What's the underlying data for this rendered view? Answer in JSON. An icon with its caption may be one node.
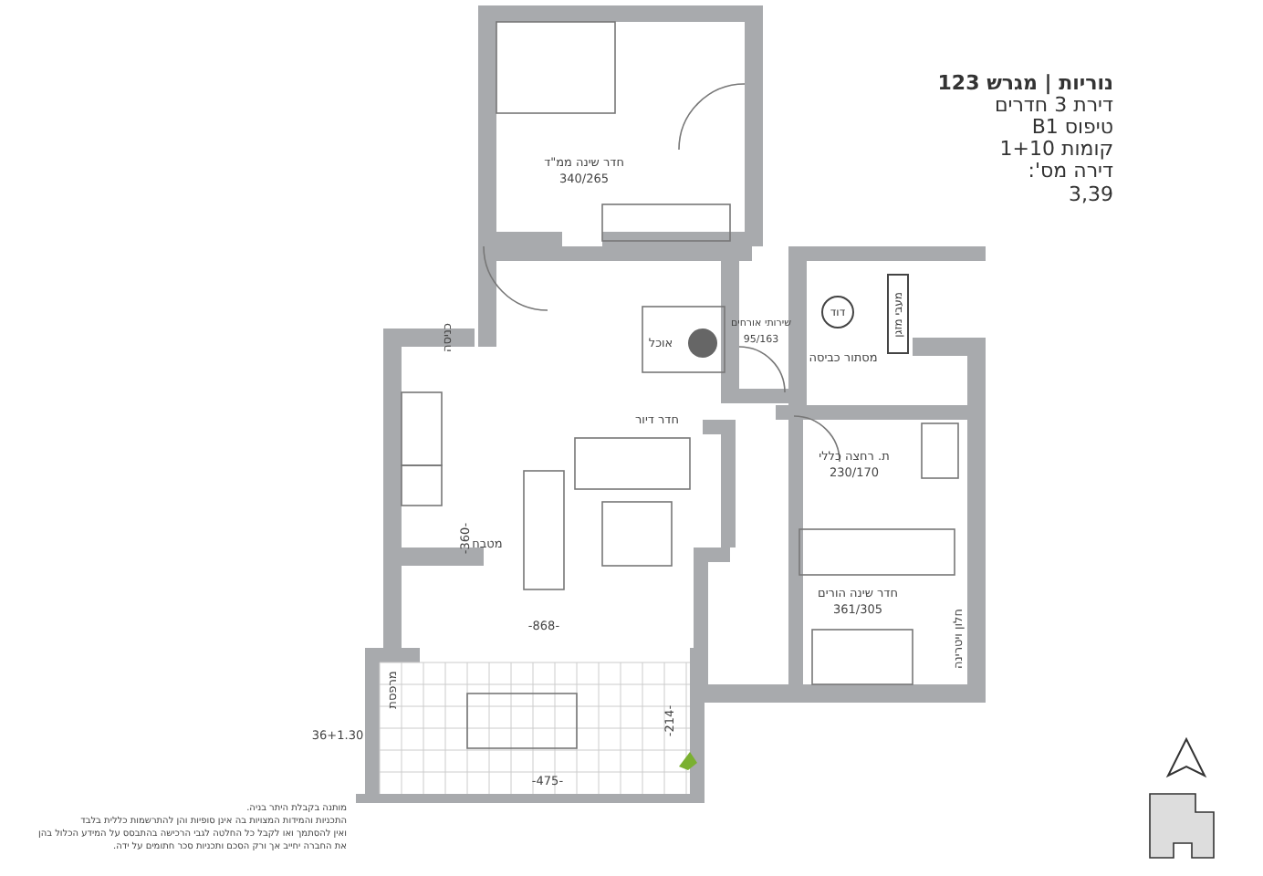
{
  "diagram": {
    "nodes": [
      {
        "text": [
          "דוד"
        ]
      },
      {
        "text": [
          "מעבי מזגן"
        ]
      }
    ],
    "labels": [
      "נוריות | מגרש 123",
      "דירת 3 חדרים",
      "טיפוס B1",
      "קומות 1+10",
      "דירה מס':",
      "3,39",
      "חדר שינה ממ\"ד",
      "340/265",
      "כניסה",
      "שירותי אורחים",
      "95/163",
      "מסתור כביסה",
      "ת. רחצה כללי",
      "230/170",
      "אוכל",
      "חדר דיור",
      "מטבח",
      "-360-",
      "-868-",
      "חדר שינה הורים",
      "361/305",
      "חלון ויטרינה",
      "מרפסת",
      "36+1.30",
      "-214-",
      "-475-",
      "מותנה בקבלת היתר בניה.",
      "התכניות והמידות המצויות בה אינן סופיות והן להתרשמות כללית בלבד",
      "ואין להסתמך ואו לקבל כל החלטה לגבי הרכישה בהתבסס על המידע הכלול בהן",
      "את החברה יחייב אך ורק הסכם ותכניות סכר חתומים על ידה."
    ]
  }
}
